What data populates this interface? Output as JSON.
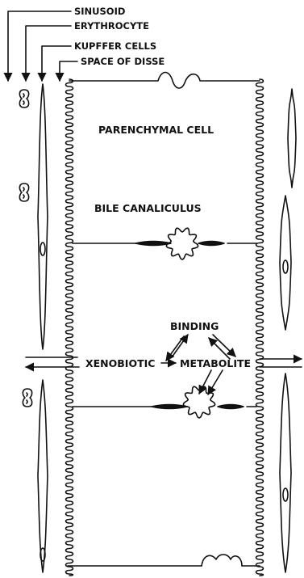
{
  "labels": {
    "sinusoid": "SINUSOID",
    "erythrocyte": "ERYTHROCYTE",
    "kupffer": "KUPFFER CELLS",
    "disse": "SPACE OF DISSE",
    "parenchymal": "PARENCHYMAL CELL",
    "bile": "BILE CANALICULUS",
    "binding": "BINDING",
    "xenobiotic": "XENOBIOTIC",
    "metabolite": "METABOLITE"
  }
}
